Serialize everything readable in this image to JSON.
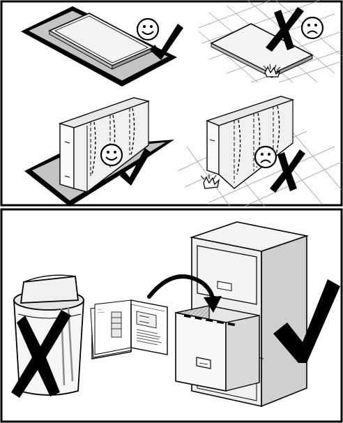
{
  "colors": {
    "ink": "#000000",
    "paper": "#ffffff",
    "rug": "#c8c8c8",
    "rug_inner": "#dcdcdc",
    "shade": "#a8a8a8",
    "gray_mid": "#8a8a8a"
  },
  "panels": [
    {
      "id": "unpack-instructions",
      "scenes": [
        {
          "id": "panel-on-rug",
          "verdict": "correct",
          "icons": [
            "smiley-icon",
            "check-icon"
          ]
        },
        {
          "id": "panel-on-hard-floor",
          "verdict": "wrong",
          "icons": [
            "cross-icon",
            "frown-icon"
          ]
        },
        {
          "id": "cabinet-on-rug",
          "verdict": "correct",
          "icons": [
            "smiley-icon",
            "check-icon"
          ]
        },
        {
          "id": "cabinet-on-hard-floor",
          "verdict": "wrong",
          "icons": [
            "frown-icon",
            "cross-icon"
          ]
        }
      ]
    },
    {
      "id": "keep-manual",
      "items": [
        {
          "id": "trash-bin",
          "verdict": "wrong",
          "icons": [
            "cross-icon"
          ]
        },
        {
          "id": "manual-booklet",
          "verdict": "neutral",
          "icons": []
        },
        {
          "id": "filing-cabinet",
          "verdict": "correct",
          "icons": [
            "arrow-icon",
            "check-icon"
          ]
        }
      ]
    }
  ]
}
